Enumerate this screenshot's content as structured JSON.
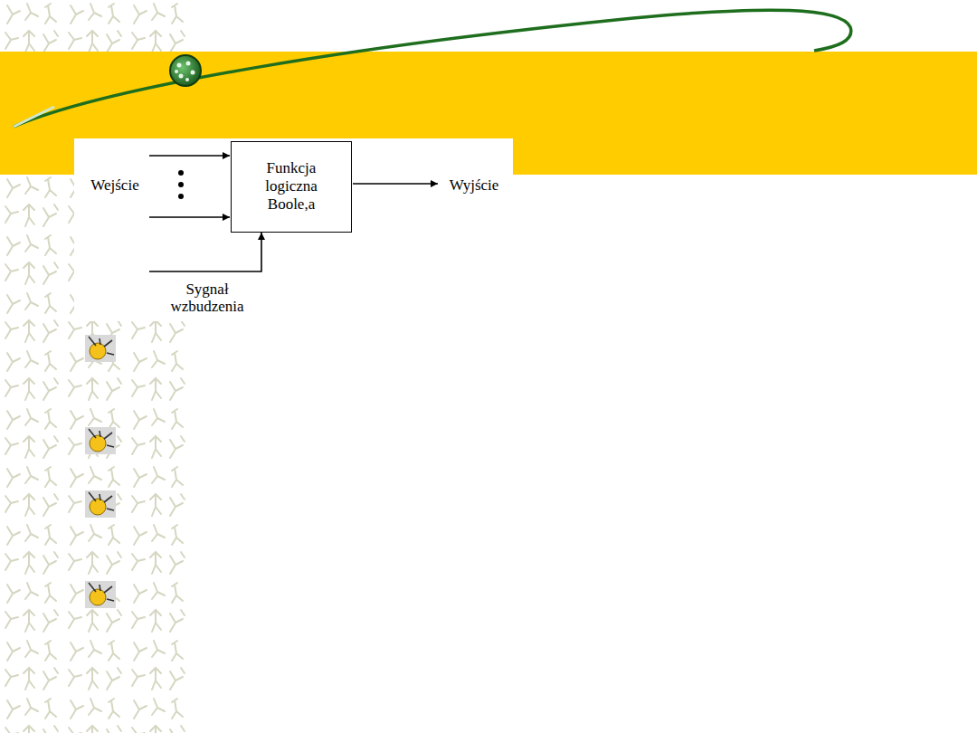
{
  "diagram": {
    "nodes": [
      {
        "text": [
          "Funkcja logiczna Boole,a"
        ]
      }
    ],
    "labels": [
      "Wejście",
      "Wyjście",
      "Sygnał wzbudzenia"
    ]
  }
}
